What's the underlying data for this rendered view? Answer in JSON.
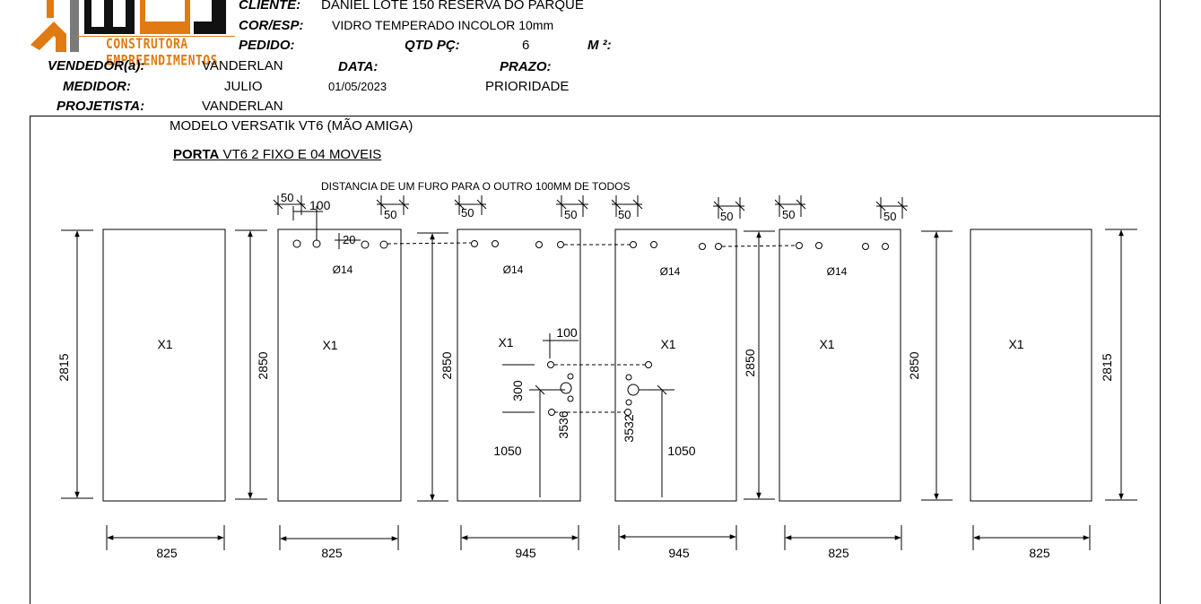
{
  "header": {
    "logo_text": "CONSTRUTORA EMPREENDIMENTOS",
    "cliente_label": "CLIENTE:",
    "cliente_value": "DANIEL LOTE 150 RESERVA DO PARQUE",
    "cor_label": "COR/ESP:",
    "cor_value": "VIDRO TEMPERADO INCOLOR 10mm",
    "pedido_label": "PEDIDO:",
    "qtd_label": "QTD PÇ:",
    "qtd_value": "6",
    "m2_label": "M ²:",
    "vendedor_label": "VENDEDOR(a):",
    "vendedor_value": "VANDERLAN",
    "data_label": "DATA:",
    "data_value": "01/05/2023",
    "prazo_label": "PRAZO:",
    "prazo_value": "PRIORIDADE",
    "medidor_label": "MEDIDOR:",
    "medidor_value": "JULIO",
    "projetista_label": "PROJETISTA:",
    "projetista_value": "VANDERLAN"
  },
  "drawing": {
    "modelo": "MODELO VERSATIk VT6 (MÃO AMIGA)",
    "porta_bold": "PORTA",
    "porta_rest": " VT6 2 FIXO E 04 MOVEIS",
    "note": "DISTANCIA DE UM FURO PARA O OUTRO 100MM DE TODOS",
    "panel_label": "X1",
    "hole_label": "Ø14",
    "heights": [
      "2815",
      "2850",
      "2850",
      "2850",
      "2850",
      "2815"
    ],
    "widths": [
      "825",
      "825",
      "945",
      "945",
      "825",
      "825"
    ],
    "dim_50": "50",
    "dim_100": "100",
    "dim_20": "20",
    "dim_300": "300",
    "dim_1050": "1050",
    "dim_3536": "3536",
    "dim_3532": "3532"
  }
}
